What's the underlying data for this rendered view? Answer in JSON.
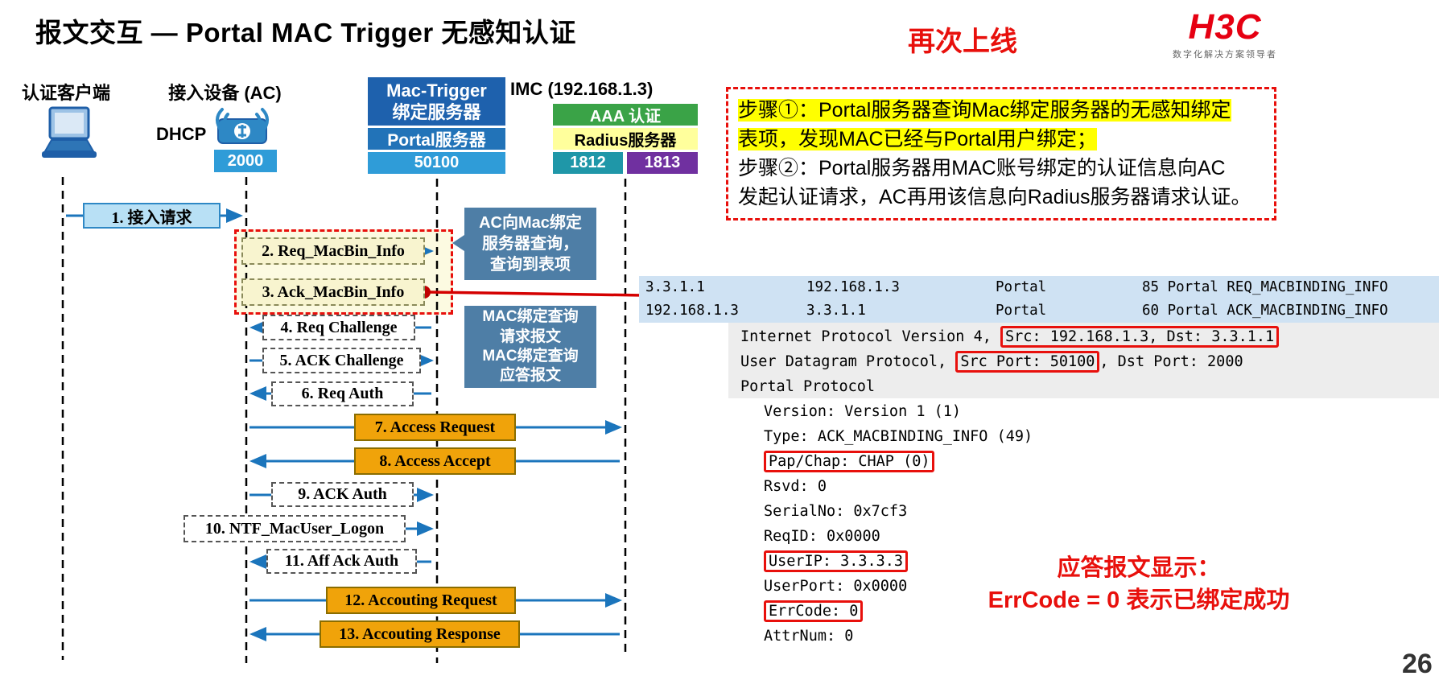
{
  "title": "报文交互 — Portal MAC Trigger 无感知认证",
  "status_label": "再次上线",
  "logo": {
    "brand": "H3C",
    "tagline": "数字化解决方案领导者"
  },
  "page_number": "26",
  "actors": {
    "client": {
      "label": "认证客户端"
    },
    "ac": {
      "label": "接入设备 (AC)",
      "dhcp": "DHCP",
      "port": "2000"
    },
    "portal": {
      "server_name": "Mac-Trigger\n绑定服务器",
      "role": "Portal服务器",
      "port": "50100"
    },
    "imc": {
      "label": "IMC (192.168.1.3)",
      "aaa": "AAA 认证",
      "role": "Radius服务器",
      "auth_port": "1812",
      "acct_port": "1813"
    }
  },
  "messages": [
    {
      "label": "1. 接入请求"
    },
    {
      "label": "2. Req_MacBin_Info"
    },
    {
      "label": "3. Ack_MacBin_Info"
    },
    {
      "label": "4. Req Challenge"
    },
    {
      "label": "5. ACK Challenge"
    },
    {
      "label": "6. Req Auth"
    },
    {
      "label": "7. Access Request"
    },
    {
      "label": "8. Access Accept"
    },
    {
      "label": "9. ACK Auth"
    },
    {
      "label": "10. NTF_MacUser_Logon"
    },
    {
      "label": "11. Aff Ack Auth"
    },
    {
      "label": "12. Accouting Request"
    },
    {
      "label": "13. Accouting Response"
    }
  ],
  "callouts": {
    "query": "AC向Mac绑定\n服务器查询，\n查询到表项",
    "packets": "MAC绑定查询\n请求报文\nMAC绑定查询\n应答报文"
  },
  "steps": {
    "line1": "步骤①：Portal服务器查询Mac绑定服务器的无感知绑定",
    "line2": "表项，发现MAC已经与Portal用户绑定；",
    "line3": "步骤②：Portal服务器用MAC账号绑定的认证信息向AC",
    "line4": "发起认证请求，AC再用该信息向Radius服务器请求认证。"
  },
  "packet_list": {
    "rows": [
      {
        "src": "3.3.1.1",
        "dst": "192.168.1.3",
        "protocol": "Portal",
        "info": "85 Portal REQ_MACBINDING_INFO"
      },
      {
        "src": "192.168.1.3",
        "dst": "3.3.1.1",
        "protocol": "Portal",
        "info": "60 Portal ACK_MACBINDING_INFO"
      }
    ]
  },
  "detail": {
    "l1": {
      "pre": "Internet Protocol Version 4, ",
      "boxed": "Src: 192.168.1.3, Dst: 3.3.1.1"
    },
    "l2": {
      "pre": "User Datagram Protocol, ",
      "boxed": "Src Port: 50100",
      "post": ", Dst Port: 2000"
    },
    "l3": "Portal Protocol",
    "l4": "Version: Version 1 (1)",
    "l5": "Type: ACK_MACBINDING_INFO (49)",
    "l6": {
      "boxed": "Pap/Chap: CHAP (0)"
    },
    "l7": "Rsvd: 0",
    "l8": "SerialNo: 0x7cf3",
    "l9": "ReqID: 0x0000",
    "l10": {
      "boxed": "UserIP: 3.3.3.3"
    },
    "l11": "UserPort: 0x0000",
    "l12": {
      "boxed": "ErrCode: 0"
    },
    "l13": "AttrNum: 0"
  },
  "annotation": {
    "line1": "应答报文显示：",
    "line2": "ErrCode = 0 表示已绑定成功"
  }
}
